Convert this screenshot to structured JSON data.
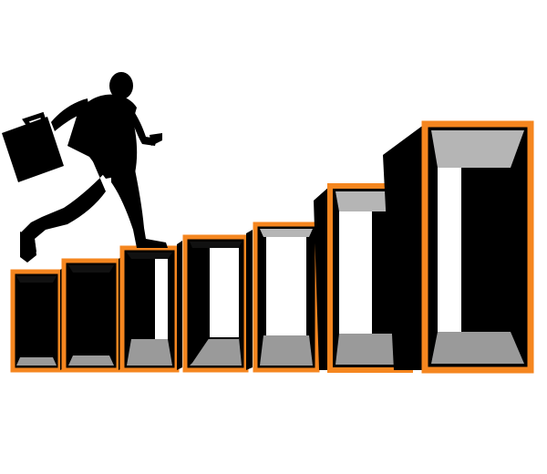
{
  "scene": {
    "subject": "businessman-silhouette",
    "props": [
      "briefcase"
    ],
    "steps_count": 7
  },
  "colors": {
    "background": "#ffffff",
    "frame_orange": "#f5861f",
    "box_black": "#000000",
    "inner_shadow": "#111111",
    "floor_gray": "#9a9a9a",
    "ceiling_gray": "#b5b5b5",
    "silhouette": "#000000"
  }
}
